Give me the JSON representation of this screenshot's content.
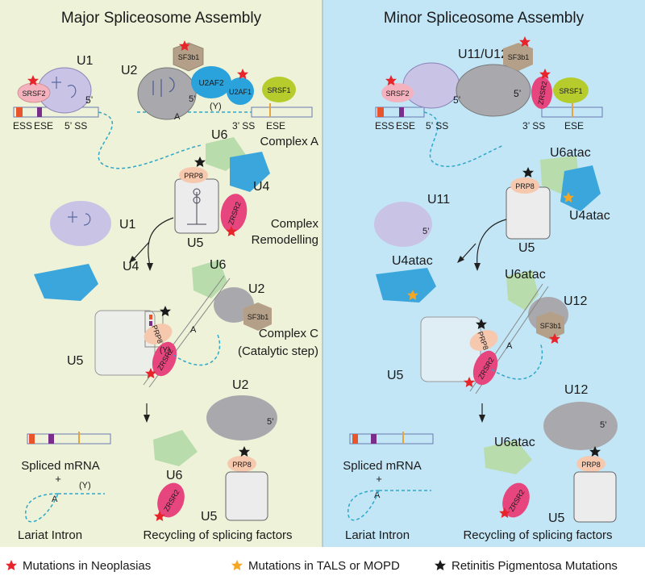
{
  "panels": {
    "major": {
      "title": "Major Spliceosome Assembly",
      "u1": "U1",
      "u2": "U2",
      "u6": "U6",
      "u4": "U4",
      "u5": "U5",
      "u1_free": "U1",
      "u4_free": "U4",
      "u6_c": "U6",
      "u2_c": "U2",
      "u5_c": "U5",
      "u2_end": "U2",
      "u6_end": "U6",
      "u5_end": "U5",
      "splice_sites": {
        "five_ss": "5’ SS",
        "three_ss": "3’ SS",
        "ess": "ESS",
        "ese_left": "ESE",
        "ese_right": "ESE"
      },
      "branch_a": "A",
      "polypyrimidine": "(Y)",
      "five_prime": "5’",
      "spliced_mrna": "Spliced mRNA",
      "plus": "+",
      "lariat": "Lariat Intron",
      "recycling": "Recycling of splicing factors"
    },
    "minor": {
      "title": "Minor Spliceosome Assembly",
      "u11u12": "U11/U12",
      "u6atac": "U6atac",
      "u4atac": "U4atac",
      "u5": "U5",
      "u11_free": "U11",
      "u4atac_free": "U4atac",
      "u6atac_c": "U6atac",
      "u12_c": "U12",
      "u5_c": "U5",
      "u12_end": "U12",
      "u6atac_end": "U6atac",
      "u5_end": "U5",
      "splice_sites": {
        "five_ss": "5’ SS",
        "three_ss": "3’ SS",
        "ess": "ESS",
        "ese_left": "ESE",
        "ese_right": "ESE"
      },
      "branch_a": "A",
      "five_prime": "5’",
      "spliced_mrna": "Spliced mRNA",
      "plus": "+",
      "lariat": "Lariat Intron",
      "recycling": "Recycling of splicing factors"
    }
  },
  "stages": {
    "complex_a": "Complex A",
    "remodel_1": "Complex",
    "remodel_2": "Remodelling",
    "complex_c_1": "Complex C",
    "complex_c_2": "(Catalytic step)"
  },
  "proteins": {
    "sf3b1": "SF3b1",
    "u2af2": "U2AF2",
    "u2af1": "U2AF1",
    "srsf1": "SRSF1",
    "srsf2": "SRSF2",
    "prp8": "PRP8",
    "zrsr2": "ZRSR2"
  },
  "legend": [
    {
      "label": "Mutations in Neoplasias",
      "color": "#e8242b",
      "icon": "red-star-icon"
    },
    {
      "label": "Mutations in TALS or MOPD",
      "color": "#f5a623",
      "icon": "orange-star-icon"
    },
    {
      "label": "Retinitis Pigmentosa Mutations",
      "color": "#1a1a1a",
      "icon": "black-star-icon"
    }
  ],
  "colors": {
    "major_bg": "#eef2d8",
    "minor_bg": "#c3e6f7",
    "u1_purple": "#c9c3e6",
    "u2_gray": "#a9a9ad",
    "u6_green": "#b8dcab",
    "u4_blue": "#3aa6dc",
    "u5_box": "#ececec",
    "prp8_peach": "#f6c8ae",
    "zrsr2_pink": "#e6457e",
    "srsf2_pink": "#f4b2be",
    "sf3b1_tan": "#b4a088",
    "u2af_blue": "#2aa2dc",
    "srsf1_green": "#b6cc2d",
    "star_red": "#e8242b",
    "star_orange": "#f5a623",
    "star_black": "#1a1a1a"
  }
}
